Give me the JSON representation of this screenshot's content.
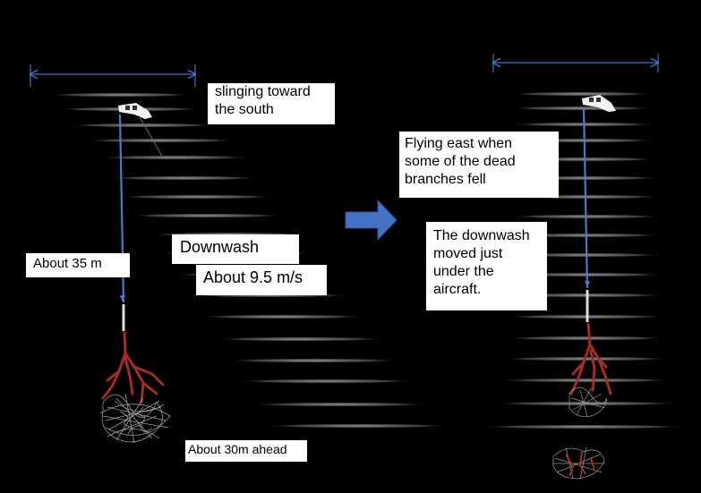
{
  "labels": {
    "slinging": "slinging toward\n the south",
    "about_35m": "About 35 m",
    "downwash": "Downwash",
    "about_9_5": "About 9.5 m/s",
    "about_30m": "About 30m ahead",
    "flying_east": "Flying east when\nsome of the dead\nbranches fell",
    "downwash_moved": "The downwash\nmoved just\nunder the\naircraft."
  },
  "colors": {
    "background": "#000000",
    "arrow": "#4472c4",
    "cable": "#4a79c8",
    "roots": "#a52a2a",
    "branches": "#b0b0b0",
    "dimension_line": "#4472c4",
    "wash_streak": "#808080"
  }
}
